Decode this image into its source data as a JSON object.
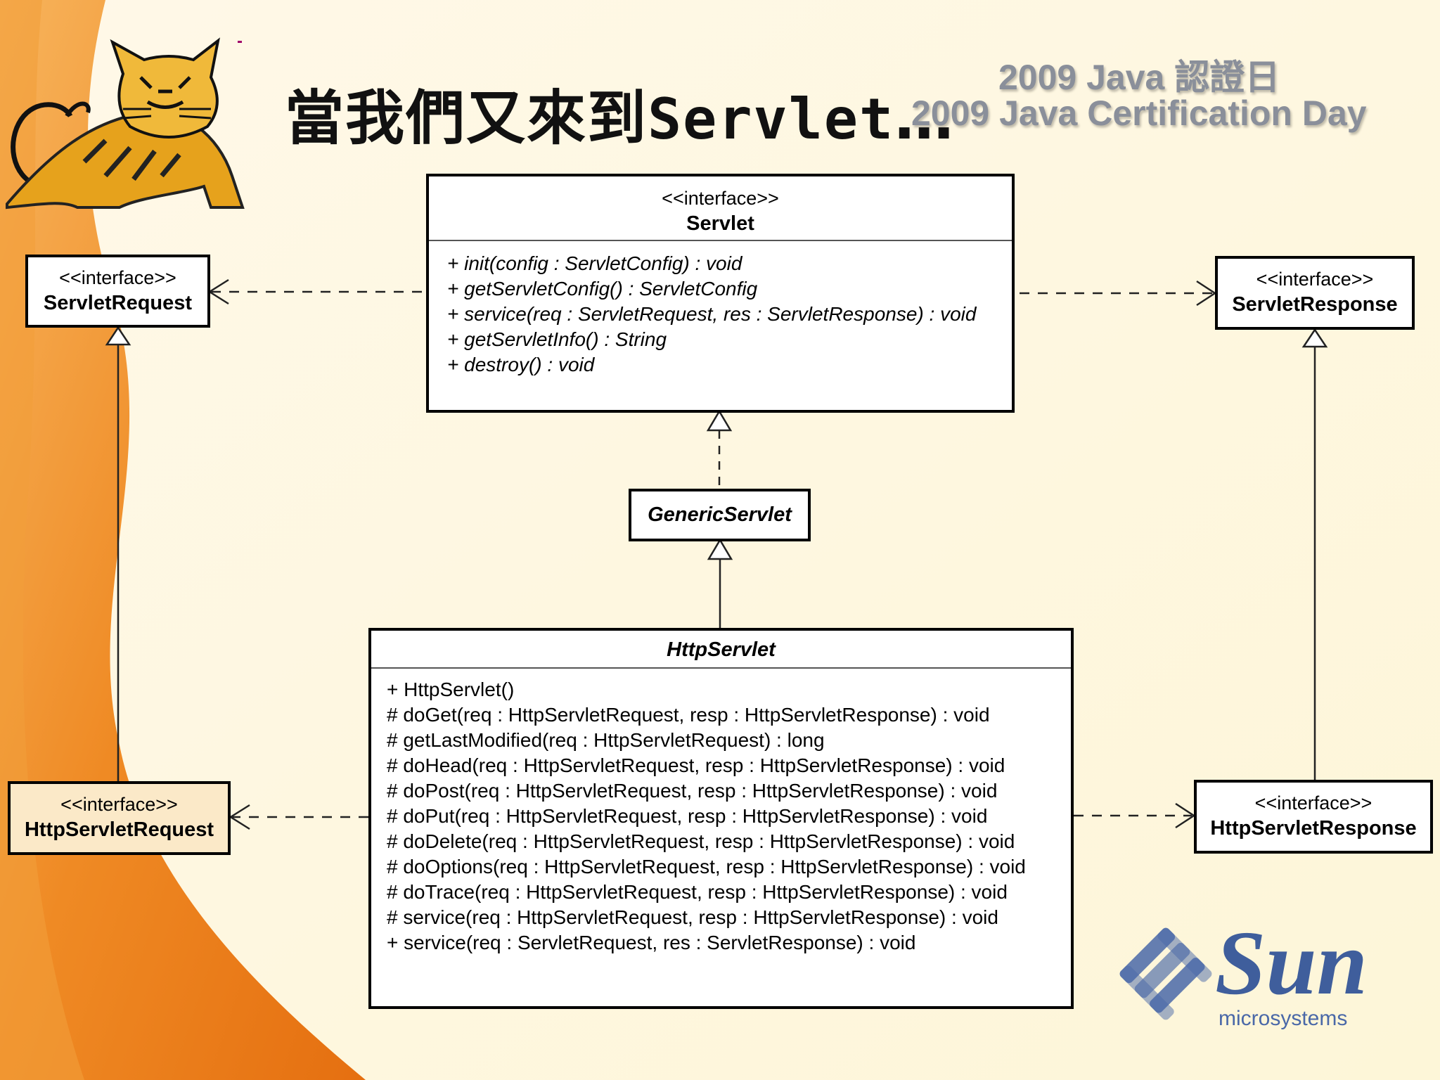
{
  "slide": {
    "title_cjk": "當我們又來到",
    "title_code": "Servlet",
    "title_ellipsis": "…",
    "event_line1": "2009 Java 認證日",
    "event_line2": "2009 Java Certification Day"
  },
  "diagram": {
    "servlet": {
      "stereotype": "<<interface>>",
      "name": "Servlet",
      "operations": [
        "+ init(config : ServletConfig) : void",
        "+ getServletConfig() : ServletConfig",
        "+ service(req : ServletRequest, res : ServletResponse) : void",
        "+ getServletInfo() : String",
        "+ destroy() : void"
      ]
    },
    "servlet_request": {
      "stereotype": "<<interface>>",
      "name": "ServletRequest"
    },
    "servlet_response": {
      "stereotype": "<<interface>>",
      "name": "ServletResponse"
    },
    "generic_servlet": {
      "name": "GenericServlet"
    },
    "http_servlet": {
      "name": "HttpServlet",
      "operations": [
        "+ HttpServlet()",
        "# doGet(req : HttpServletRequest, resp : HttpServletResponse) : void",
        "# getLastModified(req : HttpServletRequest) : long",
        "# doHead(req : HttpServletRequest, resp : HttpServletResponse) : void",
        "# doPost(req : HttpServletRequest, resp : HttpServletResponse) : void",
        "# doPut(req : HttpServletRequest, resp : HttpServletResponse) : void",
        "# doDelete(req : HttpServletRequest, resp : HttpServletResponse) : void",
        "# doOptions(req : HttpServletRequest, resp : HttpServletResponse) : void",
        "# doTrace(req : HttpServletRequest, resp : HttpServletResponse) : void",
        "# service(req : HttpServletRequest, resp : HttpServletResponse) : void",
        "+ service(req : ServletRequest, res : ServletResponse) : void"
      ]
    },
    "http_servlet_request": {
      "stereotype": "<<interface>>",
      "name": "HttpServletRequest"
    },
    "http_servlet_response": {
      "stereotype": "<<interface>>",
      "name": "HttpServletResponse"
    }
  },
  "logo": {
    "brand": "Sun",
    "subtitle": "microsystems"
  },
  "colors": {
    "accent_orange": "#ee7f1c",
    "sun_blue": "#3f5e9c",
    "tomcat_yellow": "#e6a21c"
  }
}
